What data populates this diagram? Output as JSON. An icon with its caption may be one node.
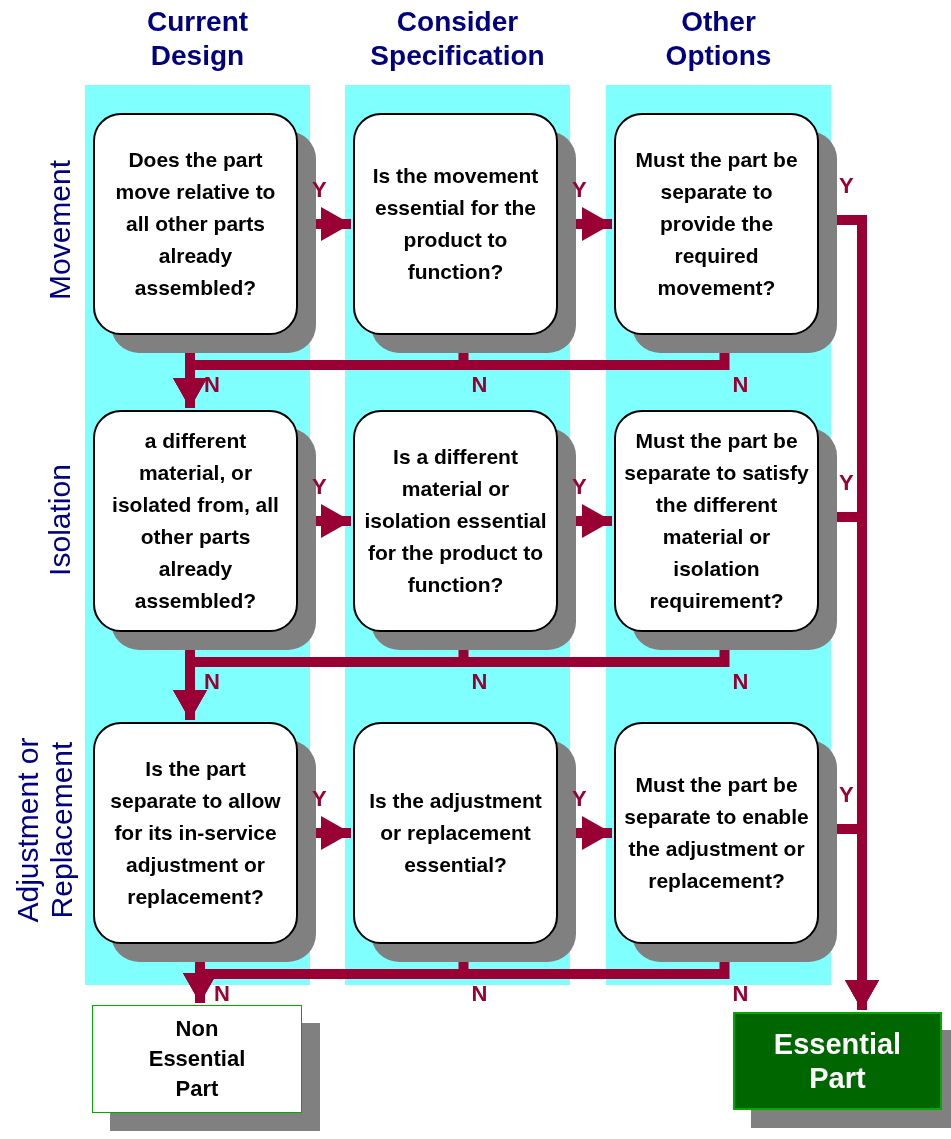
{
  "diagram": {
    "nodes": [
      {
        "text": [
          "Current Design"
        ]
      },
      {
        "text": [
          "Consider Specification"
        ]
      },
      {
        "text": [
          "Other Options"
        ]
      },
      {
        "text": [
          "Does the part move relative to all other parts already assembled?"
        ],
        "in": 0
      },
      {
        "text": [
          "Is the movement essential for the product to function?"
        ],
        "in": 1
      },
      {
        "text": [
          "Must the part be separate to provide the required movement?"
        ],
        "in": 2
      },
      {
        "text": [
          "a different material, or isolated from, all other parts already assembled?"
        ],
        "in": 0
      },
      {
        "text": [
          "Is a different material or isolation essential for the product to function?"
        ],
        "in": 1
      },
      {
        "text": [
          "Must the part be separate to satisfy the different material or isolation requirement?"
        ],
        "in": 2
      },
      {
        "text": [
          "Is the part separate to allow for its in-service adjustment or replacement?"
        ],
        "in": 0
      },
      {
        "text": [
          "Is the adjustment or replacement essential?"
        ],
        "in": 1
      },
      {
        "text": [
          "Must the part be separate to enable the adjustment or replacement?"
        ],
        "in": 2
      },
      {
        "text": [
          "Non Essential Part"
        ]
      },
      {
        "text": [
          "Essential Part"
        ]
      }
    ],
    "edges": [
      {
        "from": 3,
        "to": 4,
        "arrow": "to",
        "label": "Y"
      },
      {
        "from": 4,
        "to": 5,
        "arrow": "to",
        "label": "Y"
      },
      {
        "from": 5,
        "to": 13,
        "arrow": "to",
        "label": "Y"
      },
      {
        "from": 3,
        "to": 6,
        "arrow": "to",
        "label": "N"
      },
      {
        "from": 4,
        "to": 6,
        "arrow": "to",
        "label": "N"
      },
      {
        "from": 5,
        "to": 6,
        "arrow": "to",
        "label": "N"
      },
      {
        "from": 6,
        "to": 7,
        "arrow": "to",
        "label": "Y"
      },
      {
        "from": 7,
        "to": 8,
        "arrow": "to",
        "label": "Y"
      },
      {
        "from": 8,
        "to": 13,
        "arrow": "to",
        "label": "Y"
      },
      {
        "from": 6,
        "to": 9,
        "arrow": "to",
        "label": "N"
      },
      {
        "from": 7,
        "to": 9,
        "arrow": "to",
        "label": "N"
      },
      {
        "from": 8,
        "to": 9,
        "arrow": "to",
        "label": "N"
      },
      {
        "from": 9,
        "to": 10,
        "arrow": "to",
        "label": "Y"
      },
      {
        "from": 10,
        "to": 11,
        "arrow": "to",
        "label": "Y"
      },
      {
        "from": 11,
        "to": 13,
        "arrow": "to",
        "label": "Y"
      },
      {
        "from": 9,
        "to": 12,
        "arrow": "to",
        "label": "N"
      },
      {
        "from": 10,
        "to": 12,
        "arrow": "to",
        "label": "N"
      },
      {
        "from": 11,
        "to": 12,
        "arrow": "to",
        "label": "N"
      }
    ],
    "labels": [
      "Movement",
      "Isolation",
      "Adjustment or Replacement"
    ]
  }
}
